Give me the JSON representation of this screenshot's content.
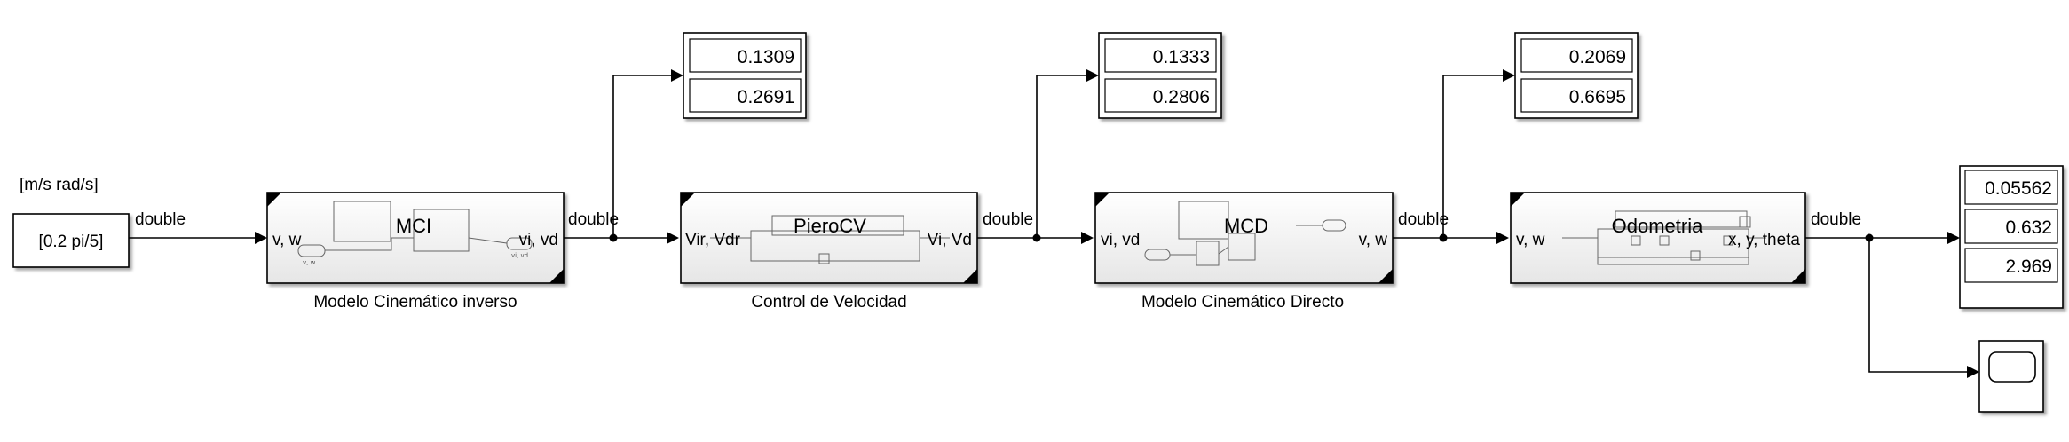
{
  "constant": {
    "value": "[0.2 pi/5]",
    "unit": "[m/s rad/s]"
  },
  "signal_type": "double",
  "subsystems": [
    {
      "id": "mci",
      "title": "MCI",
      "caption": "Modelo Cinemático inverso",
      "in_port": "v, w",
      "out_port": "vi, vd"
    },
    {
      "id": "cv",
      "title": "PieroCV",
      "caption": "Control de Velocidad",
      "in_port": "Vir, Vdr",
      "out_port": "Vi, Vd"
    },
    {
      "id": "mcd",
      "title": "MCD",
      "caption": "Modelo Cinemático Directo",
      "in_port": "vi, vd",
      "out_port": "v, w"
    },
    {
      "id": "odo",
      "title": "Odometria",
      "caption": "",
      "in_port": "v, w",
      "out_port": "x, y, theta"
    }
  ],
  "displays": [
    {
      "id": "display-1",
      "values": [
        "0.1309",
        "0.2691"
      ]
    },
    {
      "id": "display-2",
      "values": [
        "0.1333",
        "0.2806"
      ]
    },
    {
      "id": "display-3",
      "values": [
        "0.2069",
        "0.6695"
      ]
    },
    {
      "id": "display-4",
      "values": [
        "0.05562",
        "0.632",
        "2.969"
      ]
    }
  ],
  "mini_labels": {
    "mci_in": "v, w",
    "mci_out": "vi, vd"
  },
  "icons": {
    "scope": "scope-icon"
  }
}
